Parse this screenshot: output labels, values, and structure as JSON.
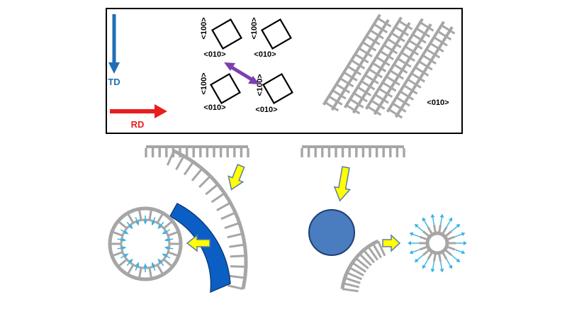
{
  "colors": {
    "td_arrow": "#1f6fb5",
    "rd_arrow": "#e81e1e",
    "purple_arrow": "#7c3fb0",
    "yellow_fill": "#ffff00",
    "yellow_stroke": "#5b7ba8",
    "polymer_gray": "#a6a6a6",
    "blue_shell": "#0b5fc4",
    "blue_sphere": "#4a7cc0",
    "light_blue": "#38b3e6",
    "frame": "#000000"
  },
  "top_panel": {
    "td_label": "TD",
    "rd_label": "RD",
    "crystals": [
      {
        "label_100": "<100>",
        "label_010": "<010>"
      },
      {
        "label_100": "<100>",
        "label_010": "<010>"
      },
      {
        "label_100": "<100>",
        "label_010": "<010>"
      },
      {
        "label_100": "<100>",
        "label_010": "<010>"
      }
    ],
    "ladder_label": "<010>"
  }
}
